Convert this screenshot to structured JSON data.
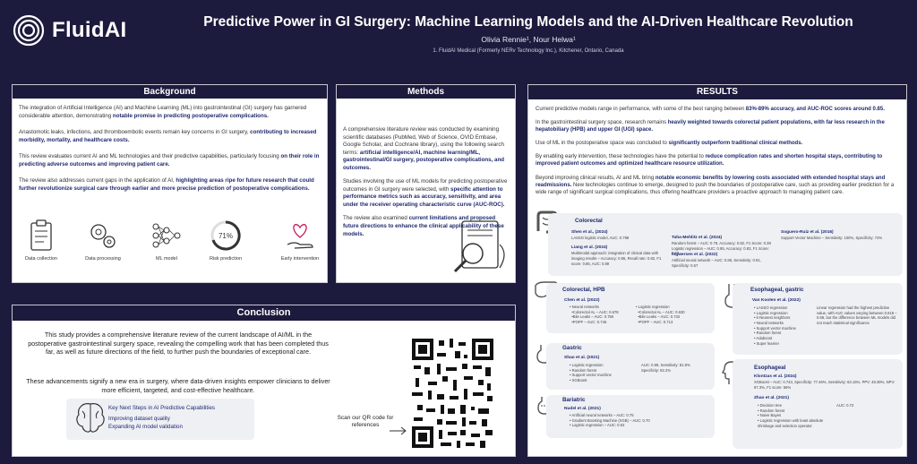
{
  "header": {
    "logo_text": "FluidAI",
    "title": "Predictive Power in GI Surgery: Machine Learning Models and the AI-Driven Healthcare Revolution",
    "authors": "Olivia Rennie¹, Nour Helwa¹",
    "affiliation": "1. FluidAI Medical (Formerly NERv Technology Inc.), Kitchener, Ontario, Canada"
  },
  "background": {
    "heading": "Background",
    "p1_a": "The integration of Artificial Intelligence (AI) and Machine Learning (ML) into gastrointestinal (GI) surgery has garnered considerable attention, demonstrating ",
    "p1_b": "notable promise in predicting postoperative complications.",
    "p2_a": "Anastomotic leaks, infections, and thromboembolic events remain key concerns in GI surgery, ",
    "p2_b": "contributing to increased morbidity, mortality, and healthcare costs.",
    "p3_a": "This review evaluates current AI and ML technologies and their predictive capabilities, particularly focusing ",
    "p3_b": "on their role in predicting adverse outcomes and improving patient care.",
    "p4_a": "The review also addresses current gaps in the application of AI, ",
    "p4_b": "highlighting areas ripe for future research that could further revolutionize surgical care through earlier and more precise prediction of postoperative complications.",
    "icons": [
      {
        "label": "Data collection",
        "icon": "clipboard-icon"
      },
      {
        "label": "Data processing",
        "icon": "gears-icon"
      },
      {
        "label": "ML model",
        "icon": "network-icon"
      },
      {
        "label": "Risk prediction",
        "icon": "gauge-icon"
      },
      {
        "label": "Early intervention",
        "icon": "heart-hand-icon"
      }
    ],
    "gauge_text": "71%"
  },
  "methods": {
    "heading": "Methods",
    "p1_a": "A comprehensive literature review was conducted by examining scientific databases (PubMed, Web of Science, OVID Embase, Google Scholar, and Cochrane library), using the following search terms: ",
    "p1_b": "artificial intelligence/AI, machine learning/ML, gastrointestinal/GI surgery, postoperative complications, and outcomes.",
    "p2_a": "Studies involving the use of ML models for predicting postoperative outcomes in GI surgery were selected, with ",
    "p2_b": "specific attention to performance metrics such as accuracy, sensitivity, and area under the receiver operating characteristic curve (AUC-ROC).",
    "p3_a": "The review also examined ",
    "p3_b": "current limitations and proposed future directions to enhance the clinical applicability of these models."
  },
  "conclusion": {
    "heading": "Conclusion",
    "p1": "This study provides a comprehensive literature review of the current landscape of AI/ML in the postoperative gastrointestinal surgery space, revealing the compelling work that has been completed thus far, as well as future directions of the field, to further push the boundaries of exceptional care.",
    "p2": "These advancements signify a new era in surgery, where data-driven insights empower clinicians to deliver more efficient, targeted, and cost-effective healthcare.",
    "next_title": "Key Next Steps in AI Predictive Capabilities",
    "next_1": "Improving dataset quality",
    "next_2": "Expanding AI model validation",
    "qr_caption": "Scan our QR code for references"
  },
  "results": {
    "heading": "RESULTS",
    "p1_a": "Current predictive models range in performance, with some of the best ranging between ",
    "p1_b": "83%-89% accuracy, and AUC-ROC scores around 0.85.",
    "p2_a": "In the gastrointestinal surgery space, research remains ",
    "p2_b": "heavily weighted towards colorectal patient populations, with far less research in the hepatobiliary (HPB) and upper GI (UGI) space.",
    "p3_a": "Use of ML in the postoperative space was concluded to ",
    "p3_b": "significantly outperform traditional clinical methods.",
    "p4_a": "By enabling early intervention, these technologies have the potential to ",
    "p4_b": "reduce complication rates and shorten hospital stays, contributing to improved patient outcomes and optimized healthcare resource utilization.",
    "p5_a": "Beyond improving clinical results, AI and ML bring ",
    "p5_b": "notable economic benefits by lowering costs associated with extended hospital stays and readmissions.",
    "p5_c": " New technologies continue to emerge, designed to push the boundaries of postoperative care, such as providing earlier prediction for a wide range of significant surgical complications, thus offering healthcare providers a proactive approach to managing patient care.",
    "colorectal": {
      "title": "Colorectal",
      "s1_t": "Shen et al., (2024)",
      "s1_d": "LASSO logistic model, AUC: 0.798",
      "s2_t": "Liang et al. (2024)",
      "s2_d": "Multimodal approach: integration of clinical data with imaging results – Accuracy: 0.86, Recall rate: 0.82, F1 score: 0.85, AUC: 0.89",
      "s3_t": "Taha-Mehlitz et al. (2024)",
      "s3_d": "Random forest – AUC: 0.78, Accuracy: 0.82, F1 Score: 0.38\nLogistic regression – AUC: 0.85, Accuracy: 0.83, F1 Score: 0.53",
      "s4_t": "Ingwersen et al. (2022)",
      "s4_d": "Artificial neural network – AUC: 0.86, Sensitivity: 0.91, Specificity: 0.57",
      "s5_t": "Soguero-Ruiz et al. (2016)",
      "s5_d": "Support Vector Machine – Sensitivity: 100%, Specificity: 72%"
    },
    "hpb": {
      "title": "Colorectal, HPB",
      "s1_t": "Chen et al. (2022)",
      "s1_l1": "Neural networks",
      "s1_l2": "•Colorectal AL – AUC: 0.678",
      "s1_l3": "•Bile Leaks – AUC: 0.750",
      "s1_l4": "•POPF – AUC: 0.746",
      "s1_r1": "Logistic regression",
      "s1_r2": "•Colorectal AL – AUC: 0.630",
      "s1_r3": "•Bile Leaks – AUC: 0.732",
      "s1_r4": "•POPF – AUC: 0.713"
    },
    "gastric": {
      "title": "Gastric",
      "s1_t": "Shao et al. (2021)",
      "l1": "Logistic regression",
      "l2": "Random forest",
      "l3": "Support vector machine",
      "l4": "XGBoost",
      "r1": "AUC: 0.89, Sensitivity: 81.8%",
      "r2": "Specificity: 82.2%"
    },
    "bariatric": {
      "title": "Bariatric",
      "s1_t": "Nudel et al. (2021)",
      "l1": "Artificial neural networks – AUC: 0.75",
      "l2": "Gradient Boosting Machine (XGB) – AUC: 0.70",
      "l3": "Logistic regression – AUC: 0.63"
    },
    "esophageal_gastric": {
      "title": "Esophageal, gastric",
      "s1_t": "Van Kooten et al. (2022)",
      "l1": "LASSO regression",
      "l2": "Logistic regression",
      "l3": "k-Nearest neighbors",
      "l4": "Neural networks",
      "l5": "Support vector machine",
      "l6": "Random forest",
      "l7": "Adaboost",
      "l8": "Super learner",
      "r": "Linear regression had the highest predictive value, with AUC values varying between 0.619 – 0.68, but the difference between ML models did not reach statistical significance"
    },
    "esophageal": {
      "title": "Esophageal",
      "s1_t": "Klontzas et al. (2024)",
      "s1_d": "XGBoost – AUC: 0.743, Specificity: 77.46%, Sensitivity: 63.15%, PPV: 48.39%, NPV: 87.3%, F1 score: 56%",
      "s2_t": "Zhao et al. (2021)",
      "l1": "Decision tree",
      "l2": "Random forest",
      "l3": "Naive Bayes",
      "l4": "Logistic regression with least absolute shrinkage and selection operator",
      "r1": "AUC: 0.72"
    }
  }
}
